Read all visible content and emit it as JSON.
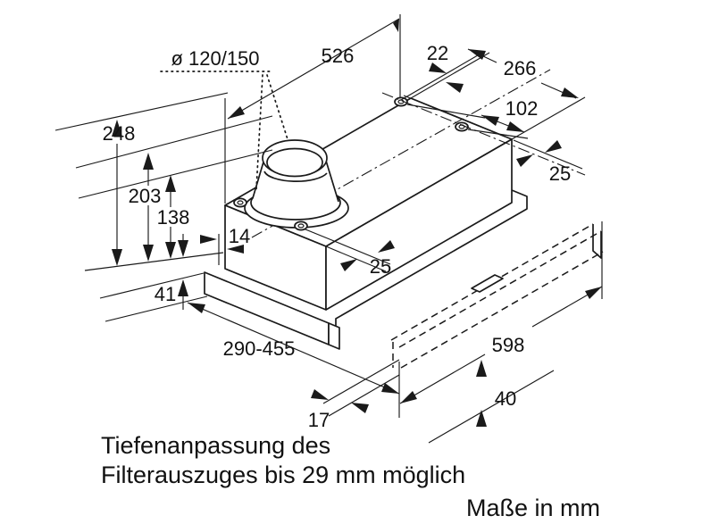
{
  "diagram": {
    "title_hidden": "extractor hood installation dimensions",
    "duct_label": "ø 120/150",
    "dims": {
      "top_width": "526",
      "back_rim": "22",
      "top_depth": "266",
      "hole_spacing": "102",
      "hole_offset_right": "25",
      "height_total": "248",
      "height_mid": "203",
      "height_body": "138",
      "front_offset": "14",
      "front_lip": "25",
      "rail_height": "41",
      "depth_range": "290-455",
      "panel_width": "598",
      "panel_height": "40",
      "gap": "17"
    },
    "footnote_line1": "Tiefenanpassung des",
    "footnote_line2": "Filterauszuges bis 29 mm möglich",
    "units_note": "Maße in mm"
  }
}
